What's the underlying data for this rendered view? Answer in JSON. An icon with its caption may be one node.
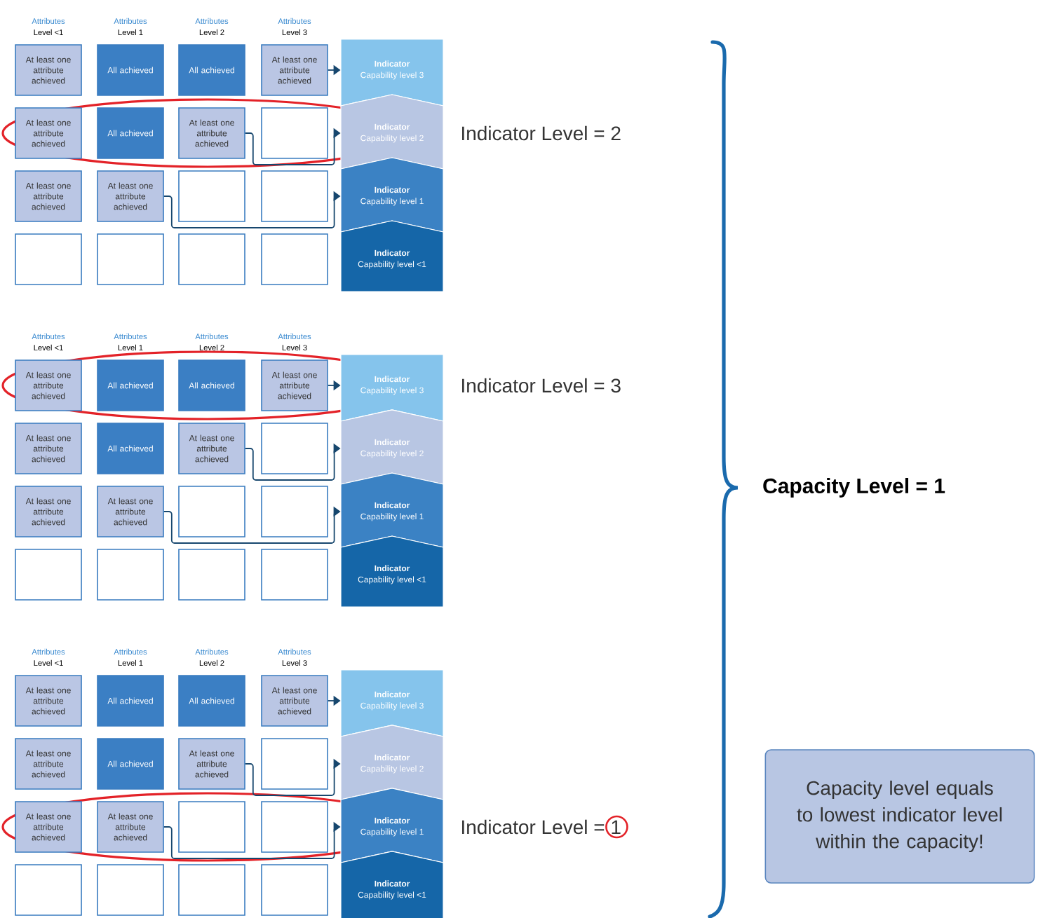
{
  "diagram": {
    "nodes": [
      {
        "text": [
          "At least one attribute achieved"
        ]
      },
      {
        "text": [
          "All achieved"
        ]
      },
      {
        "text": [
          "All achieved"
        ]
      },
      {
        "text": [
          "At least one attribute achieved"
        ]
      },
      {
        "text": [
          "Indicator",
          "Capability level 3"
        ]
      },
      {
        "text": [
          "At least one attribute achieved"
        ]
      },
      {
        "text": [
          "All achieved"
        ]
      },
      {
        "text": [
          "At least one attribute achieved"
        ]
      },
      {
        "text": [],
        "shape": "box"
      },
      {
        "text": [
          "Indicator",
          "Capability level 2"
        ]
      },
      {
        "text": [
          "At least one attribute achieved"
        ]
      },
      {
        "text": [
          "At least one attribute achieved"
        ]
      },
      {
        "text": [],
        "shape": "box"
      },
      {
        "text": [],
        "shape": "box"
      },
      {
        "text": [
          "Indicator",
          "Capability level 1"
        ]
      },
      {
        "text": [],
        "shape": "box"
      },
      {
        "text": [],
        "shape": "box"
      },
      {
        "text": [],
        "shape": "box"
      },
      {
        "text": [],
        "shape": "box"
      },
      {
        "text": [
          "Indicator",
          "Capability level <1"
        ]
      },
      {
        "text": [
          "At least one attribute achieved"
        ]
      },
      {
        "text": [
          "All achieved"
        ]
      },
      {
        "text": [
          "All achieved"
        ]
      },
      {
        "text": [
          "At least one attribute achieved"
        ]
      },
      {
        "text": [
          "Indicator",
          "Capability level 3"
        ]
      },
      {
        "text": [
          "At least one attribute achieved"
        ]
      },
      {
        "text": [
          "All achieved"
        ]
      },
      {
        "text": [
          "At least one attribute achieved"
        ]
      },
      {
        "text": [],
        "shape": "box"
      },
      {
        "text": [
          "Indicator",
          "Capability level 2"
        ]
      },
      {
        "text": [
          "At least one attribute achieved"
        ]
      },
      {
        "text": [
          "At least one attribute achieved"
        ]
      },
      {
        "text": [],
        "shape": "box"
      },
      {
        "text": [],
        "shape": "box"
      },
      {
        "text": [
          "Indicator",
          "Capability level 1"
        ]
      },
      {
        "text": [],
        "shape": "box"
      },
      {
        "text": [],
        "shape": "box"
      },
      {
        "text": [],
        "shape": "box"
      },
      {
        "text": [],
        "shape": "box"
      },
      {
        "text": [
          "Indicator",
          "Capability level <1"
        ]
      },
      {
        "text": [
          "At least one attribute achieved"
        ]
      },
      {
        "text": [
          "All achieved"
        ]
      },
      {
        "text": [
          "All achieved"
        ]
      },
      {
        "text": [
          "At least one attribute achieved"
        ]
      },
      {
        "text": [
          "Indicator",
          "Capability level 3"
        ]
      },
      {
        "text": [
          "At least one attribute achieved"
        ]
      },
      {
        "text": [
          "All achieved"
        ]
      },
      {
        "text": [
          "At least one attribute achieved"
        ]
      },
      {
        "text": [],
        "shape": "box"
      },
      {
        "text": [
          "Indicator",
          "Capability level 2"
        ]
      },
      {
        "text": [
          "At least one attribute achieved"
        ]
      },
      {
        "text": [
          "At least one attribute achieved"
        ]
      },
      {
        "text": [],
        "shape": "box"
      },
      {
        "text": [],
        "shape": "box"
      },
      {
        "text": [
          "Indicator",
          "Capability level 1"
        ]
      },
      {
        "text": [],
        "shape": "box"
      },
      {
        "text": [],
        "shape": "box"
      },
      {
        "text": [],
        "shape": "box"
      },
      {
        "text": [],
        "shape": "box"
      },
      {
        "text": [
          "Indicator",
          "Capability level <1"
        ]
      },
      {
        "text": [
          "Capacity level equals to lowest indicator level within the capacity!"
        ]
      }
    ],
    "edges": [
      {
        "from": 3,
        "to": 4,
        "arrow": "to"
      },
      {
        "from": 7,
        "to": 9,
        "arrow": "to"
      },
      {
        "from": 11,
        "to": 14,
        "arrow": "to"
      },
      {
        "from": 23,
        "to": 24,
        "arrow": "to"
      },
      {
        "from": 27,
        "to": 29,
        "arrow": "to"
      },
      {
        "from": 31,
        "to": 34,
        "arrow": "to"
      },
      {
        "from": 43,
        "to": 44,
        "arrow": "to"
      },
      {
        "from": 47,
        "to": 49,
        "arrow": "to"
      },
      {
        "from": 51,
        "to": 54,
        "arrow": "to"
      }
    ],
    "labels": [
      "Attributes",
      "Level <1",
      "Attributes",
      "Level 1",
      "Attributes",
      "Level 2",
      "Attributes",
      "Level 3",
      "Indicator Level = 2",
      "Attributes",
      "Level <1",
      "Attributes",
      "Level 1",
      "Attributes",
      "Level 2",
      "Attributes",
      "Level 3",
      "Indicator Level = 3",
      "Capacity Level = 1",
      "Attributes",
      "Level <1",
      "Attributes",
      "Level 1",
      "Attributes",
      "Level 2",
      "Attributes",
      "Level 3",
      "Indicator Level = 1"
    ]
  }
}
